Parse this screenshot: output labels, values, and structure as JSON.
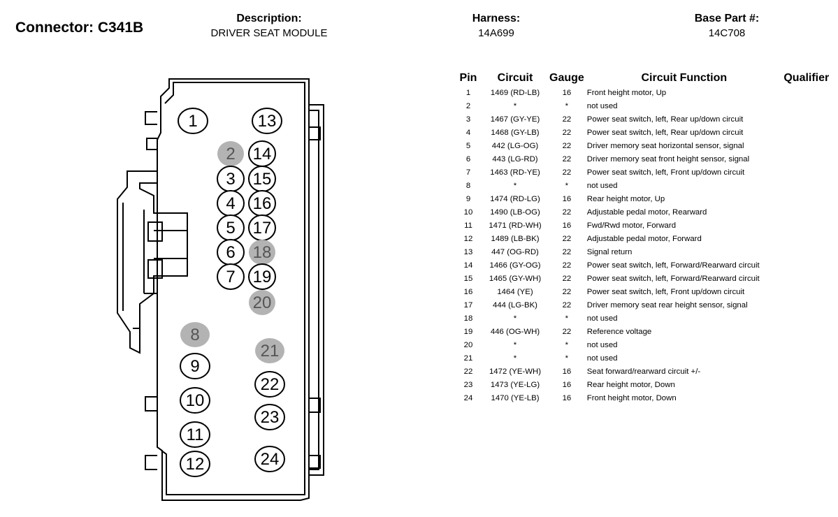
{
  "connector": {
    "label": "Connector: C341B",
    "description_label": "Description:",
    "description": "DRIVER SEAT MODULE",
    "harness_label": "Harness:",
    "harness": "14A699",
    "base_part_label": "Base Part #:",
    "base_part": "14C708"
  },
  "table": {
    "headers": {
      "pin": "Pin",
      "circuit": "Circuit",
      "gauge": "Gauge",
      "function": "Circuit Function",
      "qualifier": "Qualifier"
    },
    "rows": [
      {
        "pin": "1",
        "circuit": "1469 (RD-LB)",
        "gauge": "16",
        "function": "Front height motor, Up"
      },
      {
        "pin": "2",
        "circuit": "*",
        "gauge": "*",
        "function": "not used"
      },
      {
        "pin": "3",
        "circuit": "1467 (GY-YE)",
        "gauge": "22",
        "function": "Power seat switch, left, Rear up/down circuit"
      },
      {
        "pin": "4",
        "circuit": "1468 (GY-LB)",
        "gauge": "22",
        "function": "Power seat switch, left, Rear up/down circuit"
      },
      {
        "pin": "5",
        "circuit": "442 (LG-OG)",
        "gauge": "22",
        "function": "Driver memory seat horizontal sensor, signal"
      },
      {
        "pin": "6",
        "circuit": "443 (LG-RD)",
        "gauge": "22",
        "function": "Driver memory seat front height sensor, signal"
      },
      {
        "pin": "7",
        "circuit": "1463 (RD-YE)",
        "gauge": "22",
        "function": "Power seat switch, left, Front up/down circuit"
      },
      {
        "pin": "8",
        "circuit": "*",
        "gauge": "*",
        "function": "not used"
      },
      {
        "pin": "9",
        "circuit": "1474 (RD-LG)",
        "gauge": "16",
        "function": "Rear height motor, Up"
      },
      {
        "pin": "10",
        "circuit": "1490 (LB-OG)",
        "gauge": "22",
        "function": "Adjustable pedal motor, Rearward"
      },
      {
        "pin": "11",
        "circuit": "1471 (RD-WH)",
        "gauge": "16",
        "function": "Fwd/Rwd motor, Forward"
      },
      {
        "pin": "12",
        "circuit": "1489 (LB-BK)",
        "gauge": "22",
        "function": "Adjustable pedal motor, Forward"
      },
      {
        "pin": "13",
        "circuit": "447 (OG-RD)",
        "gauge": "22",
        "function": "Signal return"
      },
      {
        "pin": "14",
        "circuit": "1466 (GY-OG)",
        "gauge": "22",
        "function": "Power seat switch, left, Forward/Rearward circuit"
      },
      {
        "pin": "15",
        "circuit": "1465 (GY-WH)",
        "gauge": "22",
        "function": "Power seat switch, left, Forward/Rearward circuit"
      },
      {
        "pin": "16",
        "circuit": "1464 (YE)",
        "gauge": "22",
        "function": "Power seat switch, left, Front up/down circuit"
      },
      {
        "pin": "17",
        "circuit": "444 (LG-BK)",
        "gauge": "22",
        "function": "Driver memory seat rear height sensor, signal"
      },
      {
        "pin": "18",
        "circuit": "*",
        "gauge": "*",
        "function": "not used"
      },
      {
        "pin": "19",
        "circuit": "446 (OG-WH)",
        "gauge": "22",
        "function": "Reference voltage"
      },
      {
        "pin": "20",
        "circuit": "*",
        "gauge": "*",
        "function": "not used"
      },
      {
        "pin": "21",
        "circuit": "*",
        "gauge": "*",
        "function": "not used"
      },
      {
        "pin": "22",
        "circuit": "1472 (YE-WH)",
        "gauge": "16",
        "function": "Seat forward/rearward circuit +/-"
      },
      {
        "pin": "23",
        "circuit": "1473 (YE-LG)",
        "gauge": "16",
        "function": "Rear height motor, Down"
      },
      {
        "pin": "24",
        "circuit": "1470 (YE-LB)",
        "gauge": "16",
        "function": "Front height motor, Down"
      }
    ]
  },
  "diagram": {
    "pins": [
      {
        "label": "1",
        "used": true
      },
      {
        "label": "2",
        "used": false
      },
      {
        "label": "3",
        "used": true
      },
      {
        "label": "4",
        "used": true
      },
      {
        "label": "5",
        "used": true
      },
      {
        "label": "6",
        "used": true
      },
      {
        "label": "7",
        "used": true
      },
      {
        "label": "8",
        "used": false
      },
      {
        "label": "9",
        "used": true
      },
      {
        "label": "10",
        "used": true
      },
      {
        "label": "11",
        "used": true
      },
      {
        "label": "12",
        "used": true
      },
      {
        "label": "13",
        "used": true
      },
      {
        "label": "14",
        "used": true
      },
      {
        "label": "15",
        "used": true
      },
      {
        "label": "16",
        "used": true
      },
      {
        "label": "17",
        "used": true
      },
      {
        "label": "18",
        "used": false
      },
      {
        "label": "19",
        "used": true
      },
      {
        "label": "20",
        "used": false
      },
      {
        "label": "21",
        "used": false
      },
      {
        "label": "22",
        "used": true
      },
      {
        "label": "23",
        "used": true
      },
      {
        "label": "24",
        "used": true
      }
    ],
    "colors": {
      "unused_fill": "#b3b3b3",
      "unused_text": "#555555",
      "line": "#000000"
    }
  }
}
